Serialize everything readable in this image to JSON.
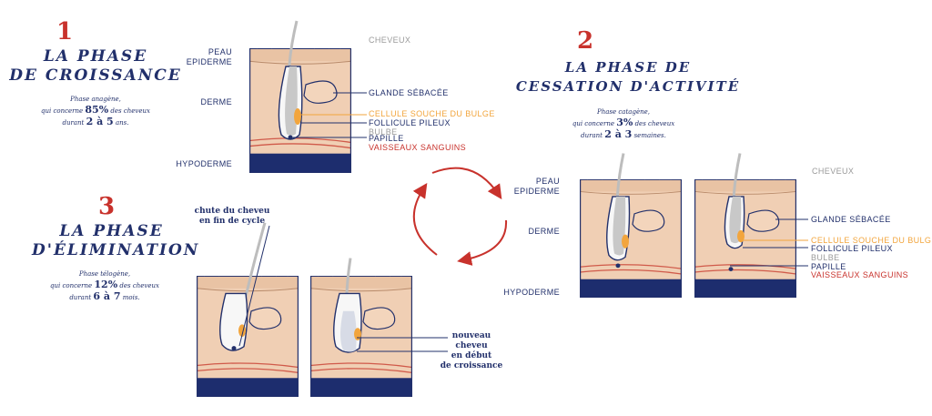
{
  "phase1": {
    "number": "1",
    "title_line1": "LA PHASE",
    "title_line2": "DE CROISSANCE",
    "desc_line1": "Phase anagène,",
    "desc_pre": "qui concerne",
    "desc_percent": "85%",
    "desc_post": "des cheveux",
    "desc_dur_pre": "durant",
    "desc_dur": "2 à 5",
    "desc_dur_post": "ans."
  },
  "phase2": {
    "number": "2",
    "title_line1": "LA PHASE DE",
    "title_line2": "CESSATION D'ACTIVITÉ",
    "desc_line1": "Phase catagène,",
    "desc_pre": "qui concerne",
    "desc_percent": "3%",
    "desc_post": "des cheveux",
    "desc_dur_pre": "durant",
    "desc_dur": "2 à 3",
    "desc_dur_post": "semaines."
  },
  "phase3": {
    "number": "3",
    "title_line1": "LA PHASE",
    "title_line2": "D'ÉLIMINATION",
    "desc_line1": "Phase télogène,",
    "desc_pre": "qui concerne",
    "desc_percent": "12%",
    "desc_post": "des cheveux",
    "desc_dur_pre": "durant",
    "desc_dur": "6 à 7",
    "desc_dur_post": "mois."
  },
  "layers": {
    "peau": "PEAU",
    "epiderme": "EPIDERME",
    "derme": "DERME",
    "hypoderme": "HYPODERME"
  },
  "parts": {
    "cheveux": "CHEVEUX",
    "glande": "GLANDE SÉBACÉE",
    "cellule": "CELLULE SOUCHE DU BULGE",
    "follicule": "FOLLICULE PILEUX",
    "bulbe": "BULBE",
    "papille": "PAPILLE",
    "vaisseaux": "VAISSEAUX SANGUINS"
  },
  "notes": {
    "chute_line1": "chute du cheveu",
    "chute_line2": "en fin de cycle",
    "nouveau_line1": "nouveau",
    "nouveau_line2": "cheveu",
    "nouveau_line3": "en début",
    "nouveau_line4": "de croissance"
  },
  "colors": {
    "navy": "#22306b",
    "red": "#c8322c",
    "orange": "#f2a53d",
    "grey": "#9a9a9a",
    "skin": "#f0cfb4",
    "skin_dark": "#e8bfa0"
  }
}
